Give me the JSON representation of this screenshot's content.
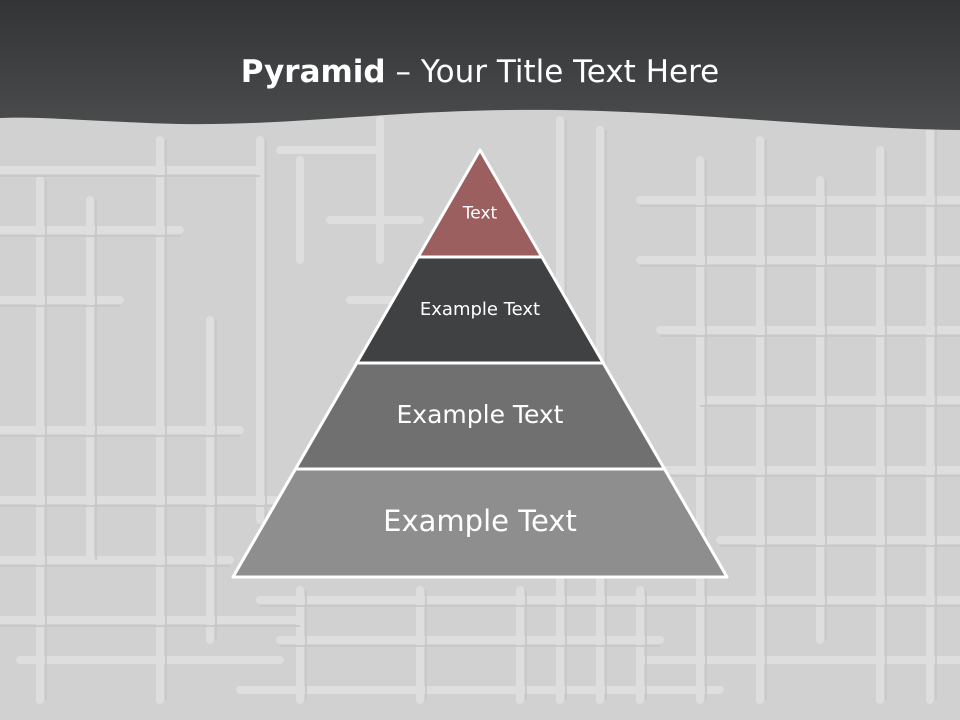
{
  "slide": {
    "title_bold": "Pyramid",
    "title_rest": " – Your Title Text Here"
  },
  "pyramid": {
    "tiers": [
      {
        "label": "Text",
        "color": "#9b5f5f"
      },
      {
        "label": "Example Text",
        "color": "#3f4142"
      },
      {
        "label": "Example Text",
        "color": "#707070"
      },
      {
        "label": "Example Text",
        "color": "#8e8e8e"
      }
    ]
  },
  "colors": {
    "header": "#3c3e3f",
    "background": "#cfcfcf",
    "tier_outline": "#ffffff"
  }
}
